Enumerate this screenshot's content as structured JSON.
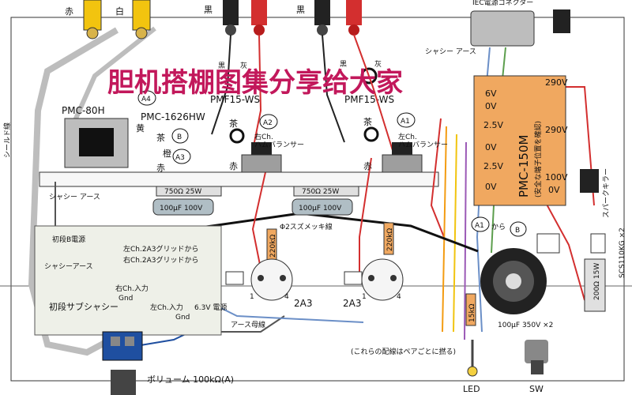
{
  "title": "胆机搭棚图集分享给大家",
  "terminals": {
    "red": "赤",
    "white": "白",
    "black1": "黒",
    "black2": "黒",
    "iec": "IEC電源コネクター"
  },
  "pmf15": {
    "left_label": "PMF15-WS",
    "right_label": "PMF15-WS",
    "left_black": "黒",
    "left_gray": "灰",
    "right_black": "黒",
    "right_gray": "灰"
  },
  "chassis_earth_top": "シャシー\nアース",
  "pmc80h": "PMC-80H",
  "pmc1626": "PMC-1626HW",
  "shield_wire": "シールド線",
  "colors_small": {
    "yellow": "黄",
    "brown": "茶",
    "orange": "橙",
    "red": "赤"
  },
  "markers": {
    "a4": "A4",
    "b": "B",
    "a3": "A3",
    "a2": "A2",
    "a1": "A1",
    "a1_kara": "A1",
    "b2": "B",
    "kara": "から"
  },
  "hum_right": {
    "color": "茶",
    "line1": "右Ch.",
    "line2": "ハムバランサー",
    "red": "赤"
  },
  "hum_left": {
    "color": "茶",
    "line1": "左Ch.",
    "line2": "ハムバランサー",
    "red": "赤"
  },
  "res_750_left": "750Ω 25W",
  "res_750_right": "750Ω 25W",
  "cap_100_left": "100μF 100V",
  "cap_100_right": "100μF 100V",
  "chassis_earth_left": "シャシー\nアース",
  "wire_note": "Φ2スズメッキ線",
  "res_220k_1": "220kΩ",
  "res_220k_2": "220kΩ",
  "b_supply": "初段B電源",
  "chassis_earth_box": "シャシーアース",
  "grid_left": "左Ch.2A3グリッドから",
  "grid_right": "右Ch.2A3グリッドから",
  "right_input": "右Ch.入力",
  "gnd1": "Gnd",
  "left_input": "左Ch.入力",
  "gnd2": "Gnd",
  "power_63": "6.3V 電源",
  "sub_chassis": "初段サブシャシー",
  "tube1": "2A3",
  "tube2": "2A3",
  "pin1_a": "1",
  "pin4_a": "4",
  "pin1_b": "1",
  "pin4_b": "4",
  "earth_bus": "アース母線",
  "pair_note": "(これらの配線はペアごとに撚る)",
  "res_15k": "15kΩ",
  "cap_350": "100μF 350V\n×2",
  "pmc150m": {
    "name": "PMC-150M",
    "sub": "(安全な端子位置を確認)",
    "v290a": "290V",
    "v6": "6V",
    "v0a": "0V",
    "v25a": "2.5V",
    "v0b": "0V",
    "v25b": "2.5V",
    "v0c": "0V",
    "v290b": "290V",
    "v100": "100V",
    "v0d": "0V"
  },
  "spark_killer": "スパークキラー",
  "scs110": "SCS110KG ×2",
  "res_200": "200Ω 15W",
  "led": "LED",
  "sw": "SW",
  "volume": "ボリューム\n100kΩ(A)"
}
